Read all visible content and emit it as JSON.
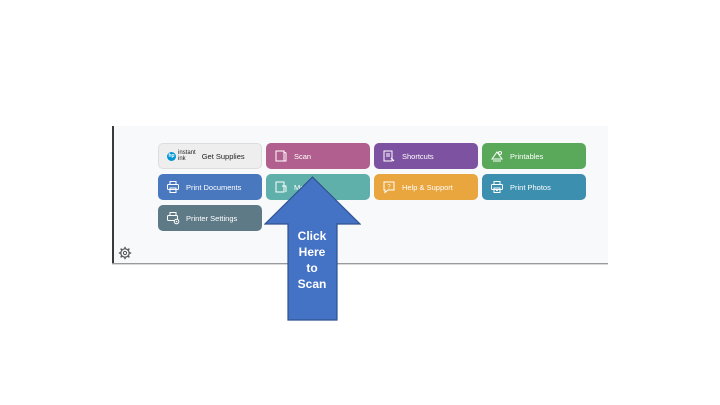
{
  "tiles": {
    "get_supplies": {
      "brand_small": "instant",
      "brand_small2": "ink",
      "brand_badge": "hp",
      "label": "Get Supplies",
      "color": "#eeeeee",
      "icon": "hp-logo-icon"
    },
    "scan": {
      "label": "Scan",
      "color": "#b05f8e",
      "icon": "scan-icon"
    },
    "shortcuts": {
      "label": "Shortcuts",
      "color": "#7d52a0",
      "icon": "shortcuts-icon"
    },
    "printables": {
      "label": "Printables",
      "color": "#5aa85a",
      "icon": "printables-icon"
    },
    "print_documents": {
      "label": "Print Documents",
      "color": "#4978be",
      "icon": "printer-icon"
    },
    "mobile_fax": {
      "label": "Mo",
      "color": "#5fb0aa",
      "icon": "mobile-fax-icon"
    },
    "help_support": {
      "label": "Help & Support",
      "color": "#e9a53e",
      "icon": "help-icon"
    },
    "print_photos": {
      "label": "Print Photos",
      "color": "#3c8fae",
      "icon": "photo-printer-icon"
    },
    "printer_settings": {
      "label": "Printer Settings",
      "color": "#5e7a87",
      "icon": "printer-settings-icon"
    }
  },
  "settings_icon": "gear-icon",
  "callout": {
    "text": "Click\nHere\nto\nScan",
    "color": "#4472c4",
    "icon": "up-arrow-icon"
  }
}
